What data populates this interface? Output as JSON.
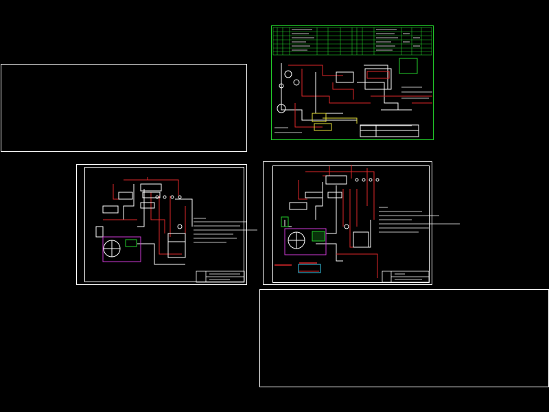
{
  "view": {
    "title": "",
    "background": "#000000"
  },
  "colors": {
    "frame": "#ffffff",
    "wire_red": "#e0282a",
    "wire_white": "#ffffff",
    "green": "#23d12b",
    "magenta": "#d03ad8",
    "yellow": "#e8e23a",
    "cyan": "#38c8e8"
  },
  "drawings": [
    {
      "id": "sheet-top-right",
      "kind": "wiring-schematic",
      "border_color": "green",
      "has_table": true,
      "has_title_block": true
    },
    {
      "id": "sheet-middle-left",
      "kind": "wiring-schematic",
      "border_color": "white",
      "has_table": false,
      "has_title_block": true
    },
    {
      "id": "sheet-middle-right",
      "kind": "wiring-schematic",
      "border_color": "white",
      "has_table": false,
      "has_title_block": true
    },
    {
      "id": "empty-frame-top-left",
      "kind": "empty-frame"
    },
    {
      "id": "empty-frame-bottom-right",
      "kind": "empty-frame"
    }
  ]
}
